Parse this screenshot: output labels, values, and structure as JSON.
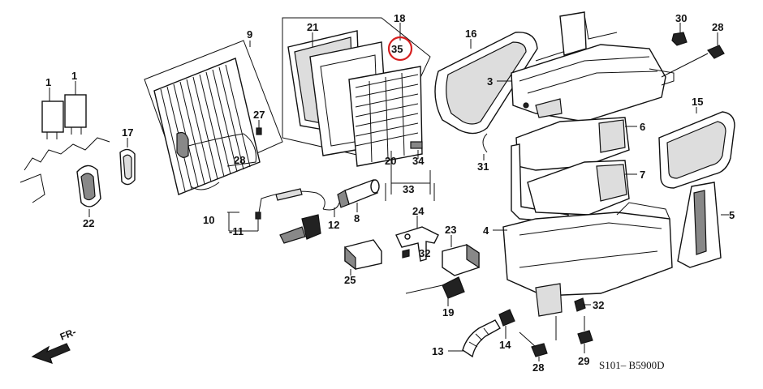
{
  "diagram": {
    "code": "S101– B5900D",
    "direction_label": "FR-",
    "highlight_color": "#d62020",
    "callouts": [
      {
        "id": "c1a",
        "text": "1"
      },
      {
        "id": "c1b",
        "text": "1"
      },
      {
        "id": "c3",
        "text": "3"
      },
      {
        "id": "c4",
        "text": "4"
      },
      {
        "id": "c5",
        "text": "5"
      },
      {
        "id": "c6",
        "text": "6"
      },
      {
        "id": "c7",
        "text": "7"
      },
      {
        "id": "c8",
        "text": "8"
      },
      {
        "id": "c9",
        "text": "9"
      },
      {
        "id": "c10",
        "text": "10"
      },
      {
        "id": "c11",
        "text": "-11"
      },
      {
        "id": "c12",
        "text": "12"
      },
      {
        "id": "c13",
        "text": "13"
      },
      {
        "id": "c14",
        "text": "14"
      },
      {
        "id": "c15",
        "text": "15"
      },
      {
        "id": "c16",
        "text": "16"
      },
      {
        "id": "c17",
        "text": "17"
      },
      {
        "id": "c18",
        "text": "18"
      },
      {
        "id": "c19",
        "text": "19"
      },
      {
        "id": "c20",
        "text": "20"
      },
      {
        "id": "c21",
        "text": "21"
      },
      {
        "id": "c22",
        "text": "22"
      },
      {
        "id": "c23",
        "text": "23"
      },
      {
        "id": "c24",
        "text": "24"
      },
      {
        "id": "c25",
        "text": "25"
      },
      {
        "id": "c27",
        "text": "27"
      },
      {
        "id": "c28a",
        "text": "28"
      },
      {
        "id": "c28b",
        "text": "28"
      },
      {
        "id": "c28c",
        "text": "28"
      },
      {
        "id": "c29",
        "text": "29"
      },
      {
        "id": "c30",
        "text": "30"
      },
      {
        "id": "c31",
        "text": "31"
      },
      {
        "id": "c32a",
        "text": "32"
      },
      {
        "id": "c32b",
        "text": "32"
      },
      {
        "id": "c33",
        "text": "33"
      },
      {
        "id": "c34",
        "text": "34"
      },
      {
        "id": "c35",
        "text": "35"
      }
    ]
  }
}
